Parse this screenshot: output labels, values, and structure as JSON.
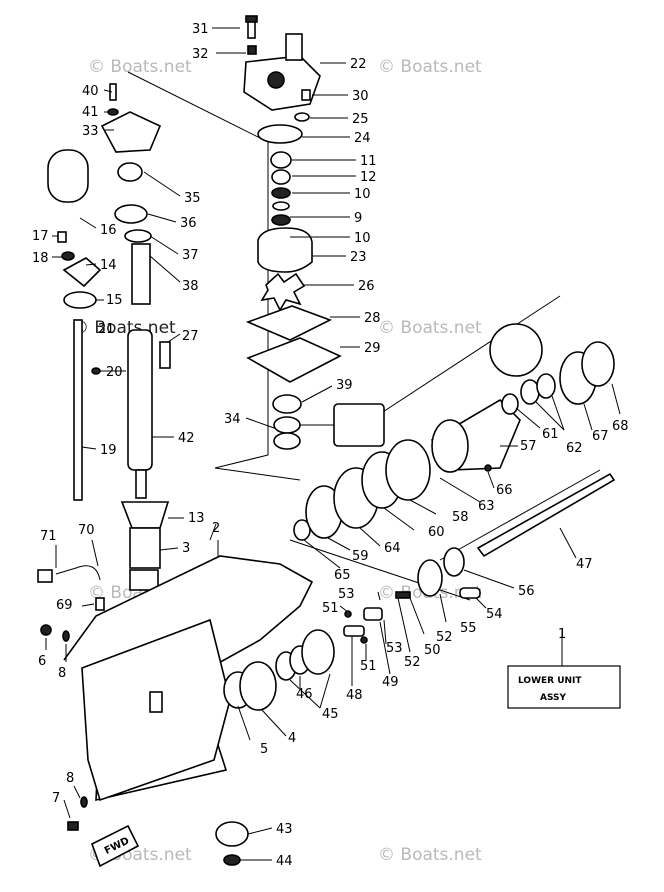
{
  "watermark": "© Boats.net",
  "assembly_box": {
    "line1": "LOWER UNIT",
    "line2": "ASSY",
    "ref": "1"
  },
  "fwd_tag": "FWD",
  "callouts": {
    "c31": "31",
    "c32": "32",
    "c22": "22",
    "c30": "30",
    "c25": "25",
    "c24": "24",
    "c11": "11",
    "c12": "12",
    "c10a": "10",
    "c9": "9",
    "c10b": "10",
    "c23": "23",
    "c26": "26",
    "c28": "28",
    "c29": "29",
    "c39": "39",
    "c34": "34",
    "c40": "40",
    "c41": "41",
    "c33": "33",
    "c35": "35",
    "c36": "36",
    "c37": "37",
    "c38": "38",
    "c16": "16",
    "c17": "17",
    "c18": "18",
    "c14": "14",
    "c15": "15",
    "c21": "21",
    "c27": "27",
    "c20": "20",
    "c42": "42",
    "c19": "19",
    "c13": "13",
    "c3": "3",
    "c2": "2",
    "c71": "71",
    "c70": "70",
    "c69": "69",
    "c6": "6",
    "c8a": "8",
    "c8b": "8",
    "c7": "7",
    "c5": "5",
    "c4": "4",
    "c43": "43",
    "c44": "44",
    "c45": "45",
    "c46": "46",
    "c48": "48",
    "c49": "49",
    "c51a": "51",
    "c51b": "51",
    "c53a": "53",
    "c53b": "53",
    "c52a": "52",
    "c52b": "52",
    "c50": "50",
    "c54": "54",
    "c55": "55",
    "c56": "56",
    "c47": "47",
    "c65": "65",
    "c59": "59",
    "c64": "64",
    "c60": "60",
    "c58": "58",
    "c63": "63",
    "c66": "66",
    "c57": "57",
    "c61": "61",
    "c62": "62",
    "c67": "67",
    "c68": "68"
  }
}
